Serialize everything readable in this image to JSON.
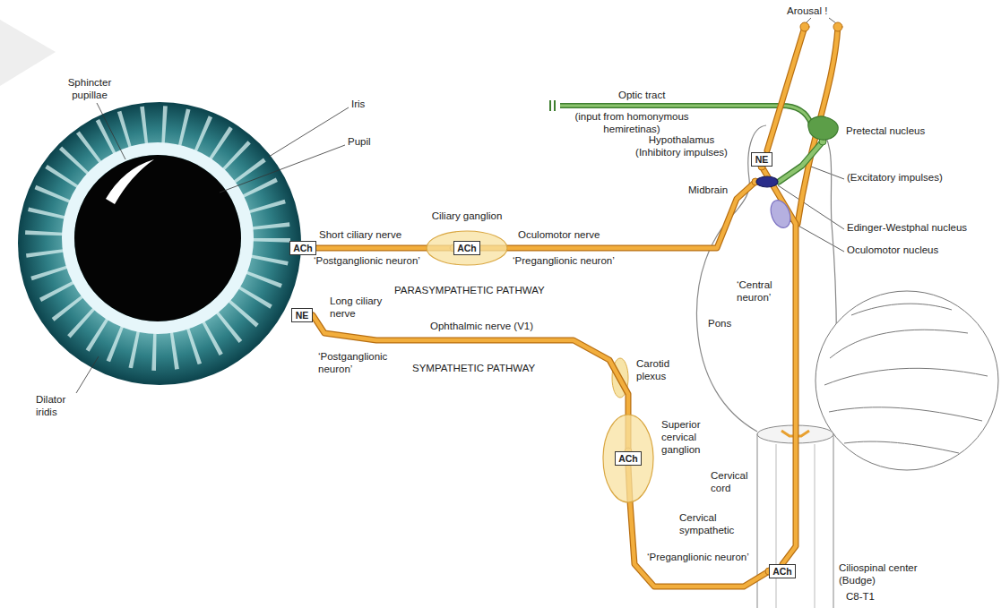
{
  "diagram": {
    "nodes": [
      {
        "text": [
          "ACh"
        ]
      },
      {
        "text": [
          "NE"
        ]
      },
      {
        "text": [
          "Ciliary ganglion"
        ]
      },
      {
        "text": [
          "ACh"
        ],
        "in": 2
      },
      {
        "text": [
          "Superior cervical ganglion"
        ]
      },
      {
        "text": [
          "ACh"
        ],
        "in": 4
      },
      {
        "text": [
          "NE"
        ]
      },
      {
        "text": [
          "ACh"
        ]
      },
      {
        "text": [
          "Pretectal nucleus"
        ]
      },
      {
        "text": [
          "Edinger-Westphal nucleus"
        ]
      },
      {
        "text": [
          "Oculomotor nucleus"
        ]
      }
    ],
    "edges": [
      {
        "from": 9,
        "to": 3,
        "arrow": "none"
      },
      {
        "from": 3,
        "to": 0,
        "arrow": "none"
      },
      {
        "from": 6,
        "to": 7,
        "arrow": "none"
      },
      {
        "from": 7,
        "to": 5,
        "arrow": "none"
      },
      {
        "from": 5,
        "to": 1,
        "arrow": "none"
      },
      {
        "from": 8,
        "to": 9,
        "arrow": "none"
      }
    ],
    "labels": [
      "Sphincter pupillae",
      "Iris",
      "Pupil",
      "Dilator iridis",
      "Short ciliary nerve",
      "‘Postganglionic neuron’",
      "Oculomotor nerve",
      "‘Preganglionic neuron’",
      "PARASYMPATHETIC PATHWAY",
      "Long ciliary nerve",
      "‘Postganglionic neuron’",
      "Ophthalmic nerve (V1)",
      "SYMPATHETIC PATHWAY",
      "Carotid plexus",
      "Cervical sympathetic",
      "‘Preganglionic neuron’",
      "Cervical cord",
      "Ciliospinal center (Budge)",
      "C8-T1",
      "Arousal !",
      "Optic tract",
      "(input from homonymous hemiretinas)",
      "Hypothalamus (Inhibitory impulses)",
      "(Excitatory impulses)",
      "Midbrain",
      "‘Central neuron’",
      "Pons"
    ]
  }
}
